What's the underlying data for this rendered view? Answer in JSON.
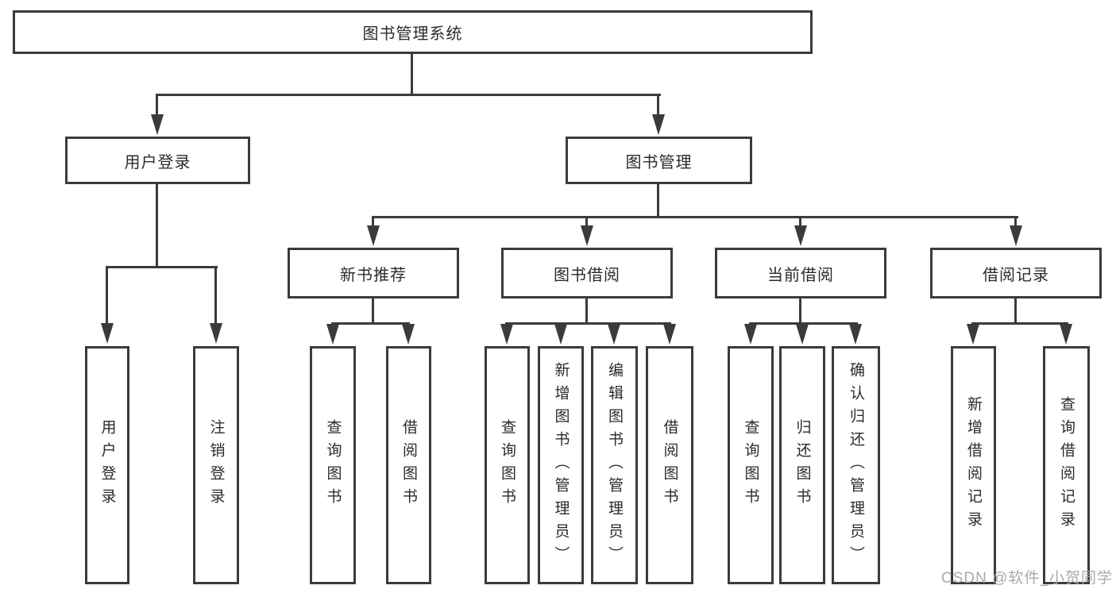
{
  "tree": {
    "root": {
      "label": "图书管理系统"
    },
    "children": [
      {
        "label": "用户登录",
        "leaves": [
          {
            "label": "用户登录"
          },
          {
            "label": "注销登录"
          }
        ]
      },
      {
        "label": "图书管理",
        "children": [
          {
            "label": "新书推荐",
            "leaves": [
              {
                "label": "查询图书"
              },
              {
                "label": "借阅图书"
              }
            ]
          },
          {
            "label": "图书借阅",
            "leaves": [
              {
                "label": "查询图书"
              },
              {
                "label": "新增图书（管理员）"
              },
              {
                "label": "编辑图书（管理员）"
              },
              {
                "label": "借阅图书"
              }
            ]
          },
          {
            "label": "当前借阅",
            "leaves": [
              {
                "label": "查询图书"
              },
              {
                "label": "归还图书"
              },
              {
                "label": "确认归还（管理员）"
              }
            ]
          },
          {
            "label": "借阅记录",
            "leaves": [
              {
                "label": "新增借阅记录"
              },
              {
                "label": "查询借阅记录"
              }
            ]
          }
        ]
      }
    ]
  },
  "watermark": {
    "text": "CSDN @软件_小贺同学"
  },
  "colors": {
    "line": "#3b3b3b",
    "text": "#2b2b2b",
    "watermark": "#a9a9a9",
    "background": "#ffffff"
  }
}
